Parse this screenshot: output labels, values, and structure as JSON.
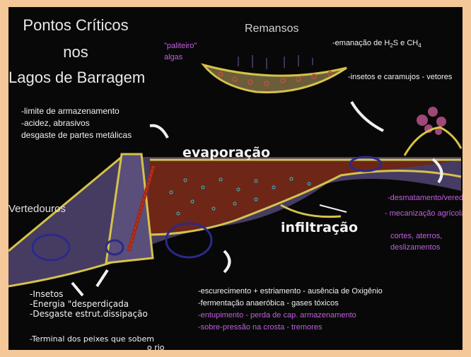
{
  "title": {
    "line1": "Pontos Críticos",
    "line2": "nos",
    "line3": "Lagos de Barragem"
  },
  "remansos": {
    "label": "Remansos",
    "left_notes": [
      "\"paliteiro\"",
      "algas"
    ],
    "emanation": {
      "prefix": "-emanação de H",
      "sub1": "2",
      "mid": "S e CH",
      "sub2": "4"
    },
    "vectors": "-insetos e caramujos - vetores"
  },
  "dam_notes": [
    "-limite de armazenamento",
    "-acidez, abrasivos",
    "desgaste de partes metálicas"
  ],
  "evaporation": "evaporação",
  "infiltration": "infiltração",
  "spillways": "Vertedouros",
  "spillway_notes": [
    "-Insetos",
    "-Energia \"desperdiçada",
    "-Desgaste estrut.dissipação"
  ],
  "fish_note": {
    "line1": "-Terminal dos peixes que sobem",
    "line2": "o rio"
  },
  "bottom_notes_white": [
    "-escurecimento + estriamento - ausência de Oxigênio",
    "-fermentação anaeróbica - gases tóxicos"
  ],
  "bottom_notes_purple": [
    "-entupimento - perda de cap. armazenamento",
    "-sobre-pressão na crosta - tremores"
  ],
  "right_notes": [
    "-desmatamento/veredas",
    "- mecanização agrícola",
    "cortes, aterros,",
    "deslizamentos"
  ],
  "colors": {
    "background": "#080808",
    "frame": "#f5c89a",
    "reservoir": "#6e2616",
    "terrain": "#463c62",
    "outline": "#d6c24a",
    "text": "#f2f2f2",
    "accent": "#c060e0"
  },
  "icons": [
    "curved-arrow-icon",
    "down-arrow-icon",
    "double-arrow-icon",
    "fish-ladder-icon",
    "rock-icon"
  ]
}
